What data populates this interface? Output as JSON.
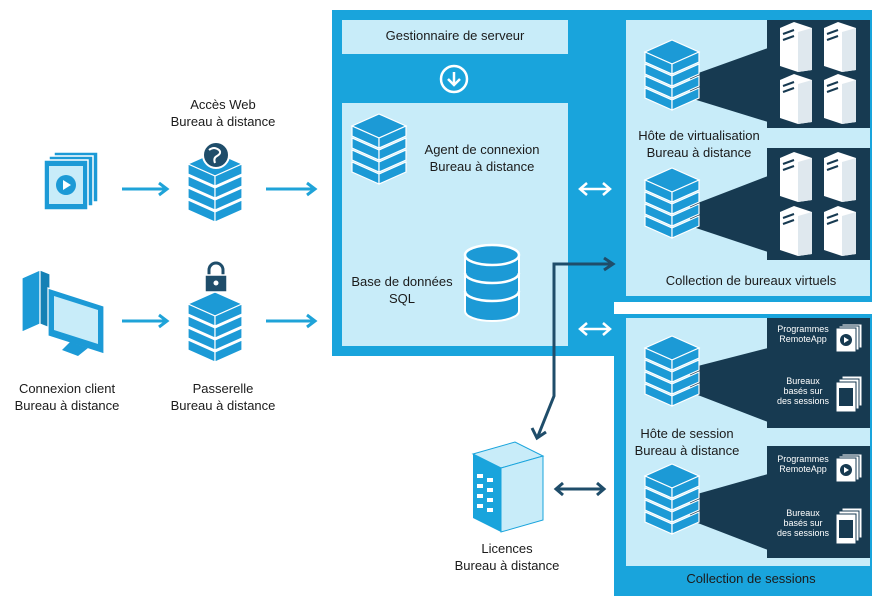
{
  "colors": {
    "blue": "#19a4dc",
    "light_blue": "#c8ecf9",
    "dark_navy": "#173a51",
    "arrow": "#1fa3d8",
    "dark_arrow": "#1f4d6a"
  },
  "icons": {
    "server": "server-stack-icon",
    "database": "database-icon",
    "globe": "globe-icon",
    "lock": "padlock-icon",
    "tower": "server-tower-icon",
    "client": "desktop-computer-icon",
    "webapp": "web-app-window-icon",
    "license": "license-server-icon"
  },
  "left": {
    "web_access": {
      "line1": "Accès Web",
      "line2": "Bureau à distance"
    },
    "gateway": {
      "line1": "Passerelle",
      "line2": "Bureau à distance"
    },
    "client": {
      "line1": "Connexion client",
      "line2": "Bureau à distance"
    }
  },
  "center": {
    "server_manager": "Gestionnaire de serveur",
    "broker": {
      "line1": "Agent de connexion",
      "line2": "Bureau à distance"
    },
    "database": {
      "line1": "Base de données",
      "line2": "SQL"
    }
  },
  "licensing": {
    "line1": "Licences",
    "line2": "Bureau à distance"
  },
  "virtual": {
    "host": {
      "line1": "Hôte de virtualisation",
      "line2": "Bureau à distance"
    },
    "collection": "Collection de bureaux virtuels"
  },
  "sessions": {
    "host": {
      "line1": "Hôte de session",
      "line2": "Bureau à distance"
    },
    "remoteapp": {
      "line1": "Programmes",
      "line2": "RemoteApp"
    },
    "session_desktops": {
      "line1": "Bureaux",
      "line2": "basés sur",
      "line3": "des sessions"
    },
    "collection": "Collection de sessions"
  }
}
